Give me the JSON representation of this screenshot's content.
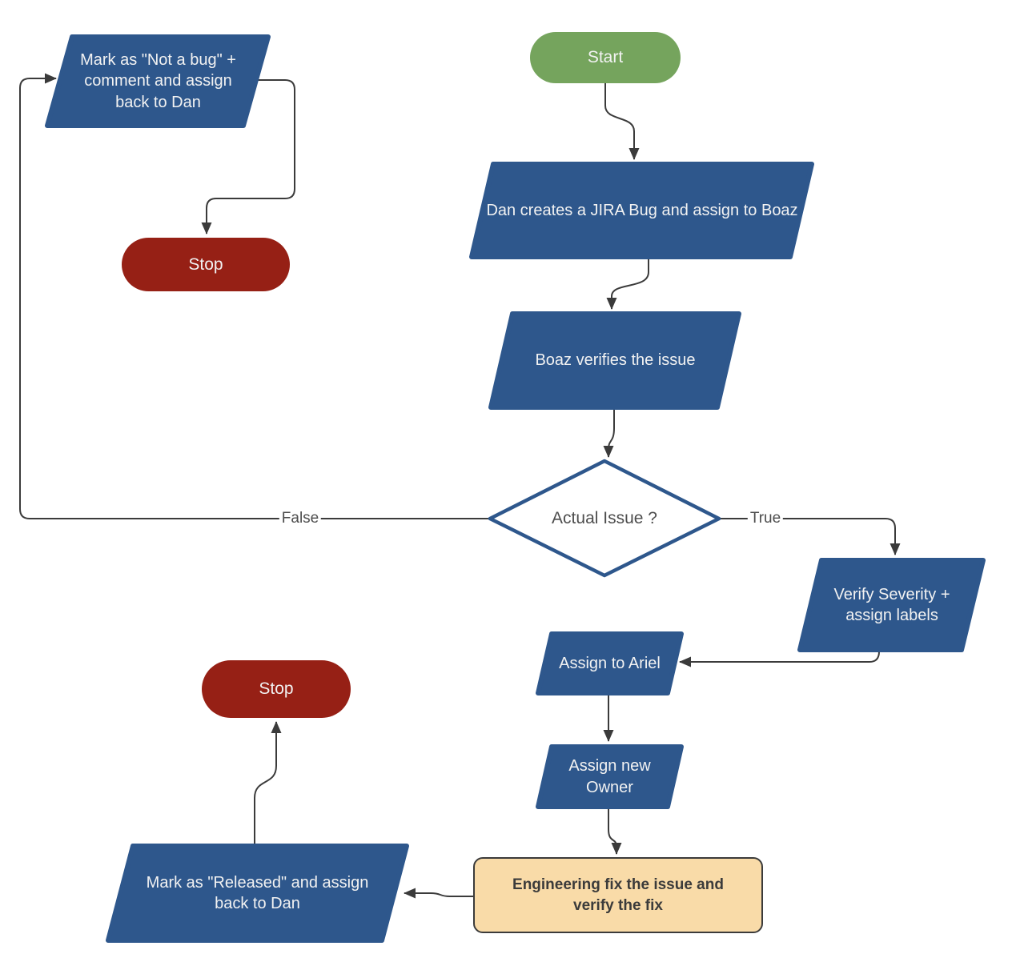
{
  "colors": {
    "process_fill": "#2E578C",
    "start_fill": "#75A45D",
    "stop_fill": "#962015",
    "engineering_fill": "#F9DBA8",
    "diamond_border": "#2E578C",
    "connector": "#3b3b3b"
  },
  "nodes": {
    "start": {
      "label": "Start",
      "type": "terminator"
    },
    "dan_creates": {
      "label": "Dan creates a JIRA Bug and assign to Boaz",
      "type": "process"
    },
    "boaz_verifies": {
      "label": "Boaz verifies the issue",
      "type": "process"
    },
    "actual_issue": {
      "label": "Actual Issue ?",
      "type": "decision"
    },
    "not_a_bug": {
      "label": "Mark as \"Not a bug\" + comment and assign back to Dan",
      "type": "process"
    },
    "stop_top": {
      "label": "Stop",
      "type": "terminator"
    },
    "verify_severity": {
      "label": "Verify Severity + assign labels",
      "type": "process"
    },
    "assign_ariel": {
      "label": "Assign to Ariel",
      "type": "process"
    },
    "assign_owner": {
      "label": "Assign new Owner",
      "type": "process"
    },
    "engineering_fix": {
      "label": "Engineering fix the issue and verify the fix",
      "type": "process-rect"
    },
    "mark_released": {
      "label": "Mark as \"Released\" and assign back to Dan",
      "type": "process"
    },
    "stop_bottom": {
      "label": "Stop",
      "type": "terminator"
    }
  },
  "edges": {
    "false_label": "False",
    "true_label": "True"
  }
}
